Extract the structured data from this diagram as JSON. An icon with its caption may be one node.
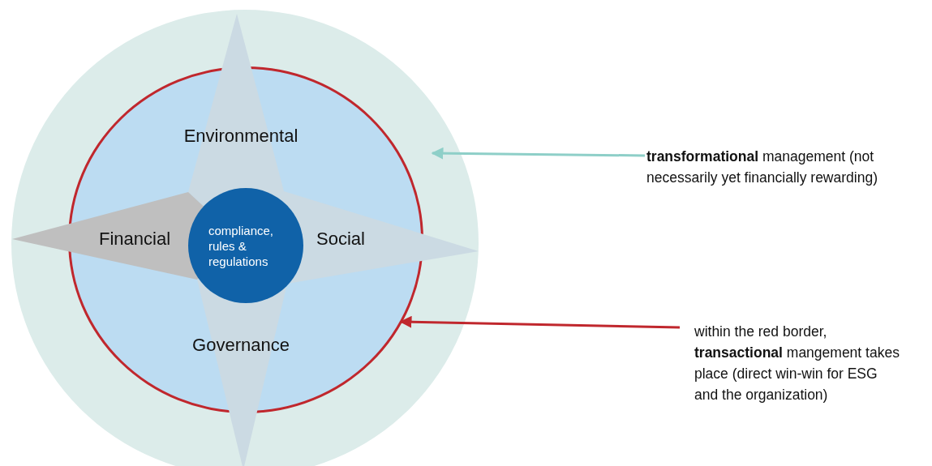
{
  "diagram": {
    "nodes": [
      {
        "text": [],
        "shape": "circle"
      },
      {
        "text": [],
        "shape": "circle",
        "in": 0
      },
      {
        "text": [
          "Environmental"
        ],
        "in": 0
      },
      {
        "text": [
          "Financial"
        ],
        "in": 0
      },
      {
        "text": [
          "compliance, rules & regulations"
        ],
        "in": 1
      },
      {
        "text": [
          "Social"
        ],
        "in": 0
      },
      {
        "text": [
          "Governance"
        ],
        "in": 0
      },
      {
        "text": [
          "**transformational** management (not necessarily yet financially rewarding)"
        ]
      },
      {
        "text": [
          "within the red border, **transactional** mangement takes place (direct win-win for ESG and the organization)"
        ]
      }
    ],
    "edges": [
      {
        "from": 7,
        "to": 0,
        "arrow": "to",
        "color": "#8ecfc8"
      },
      {
        "from": 8,
        "to": 1,
        "arrow": "to",
        "color": "#c0272d"
      }
    ]
  }
}
